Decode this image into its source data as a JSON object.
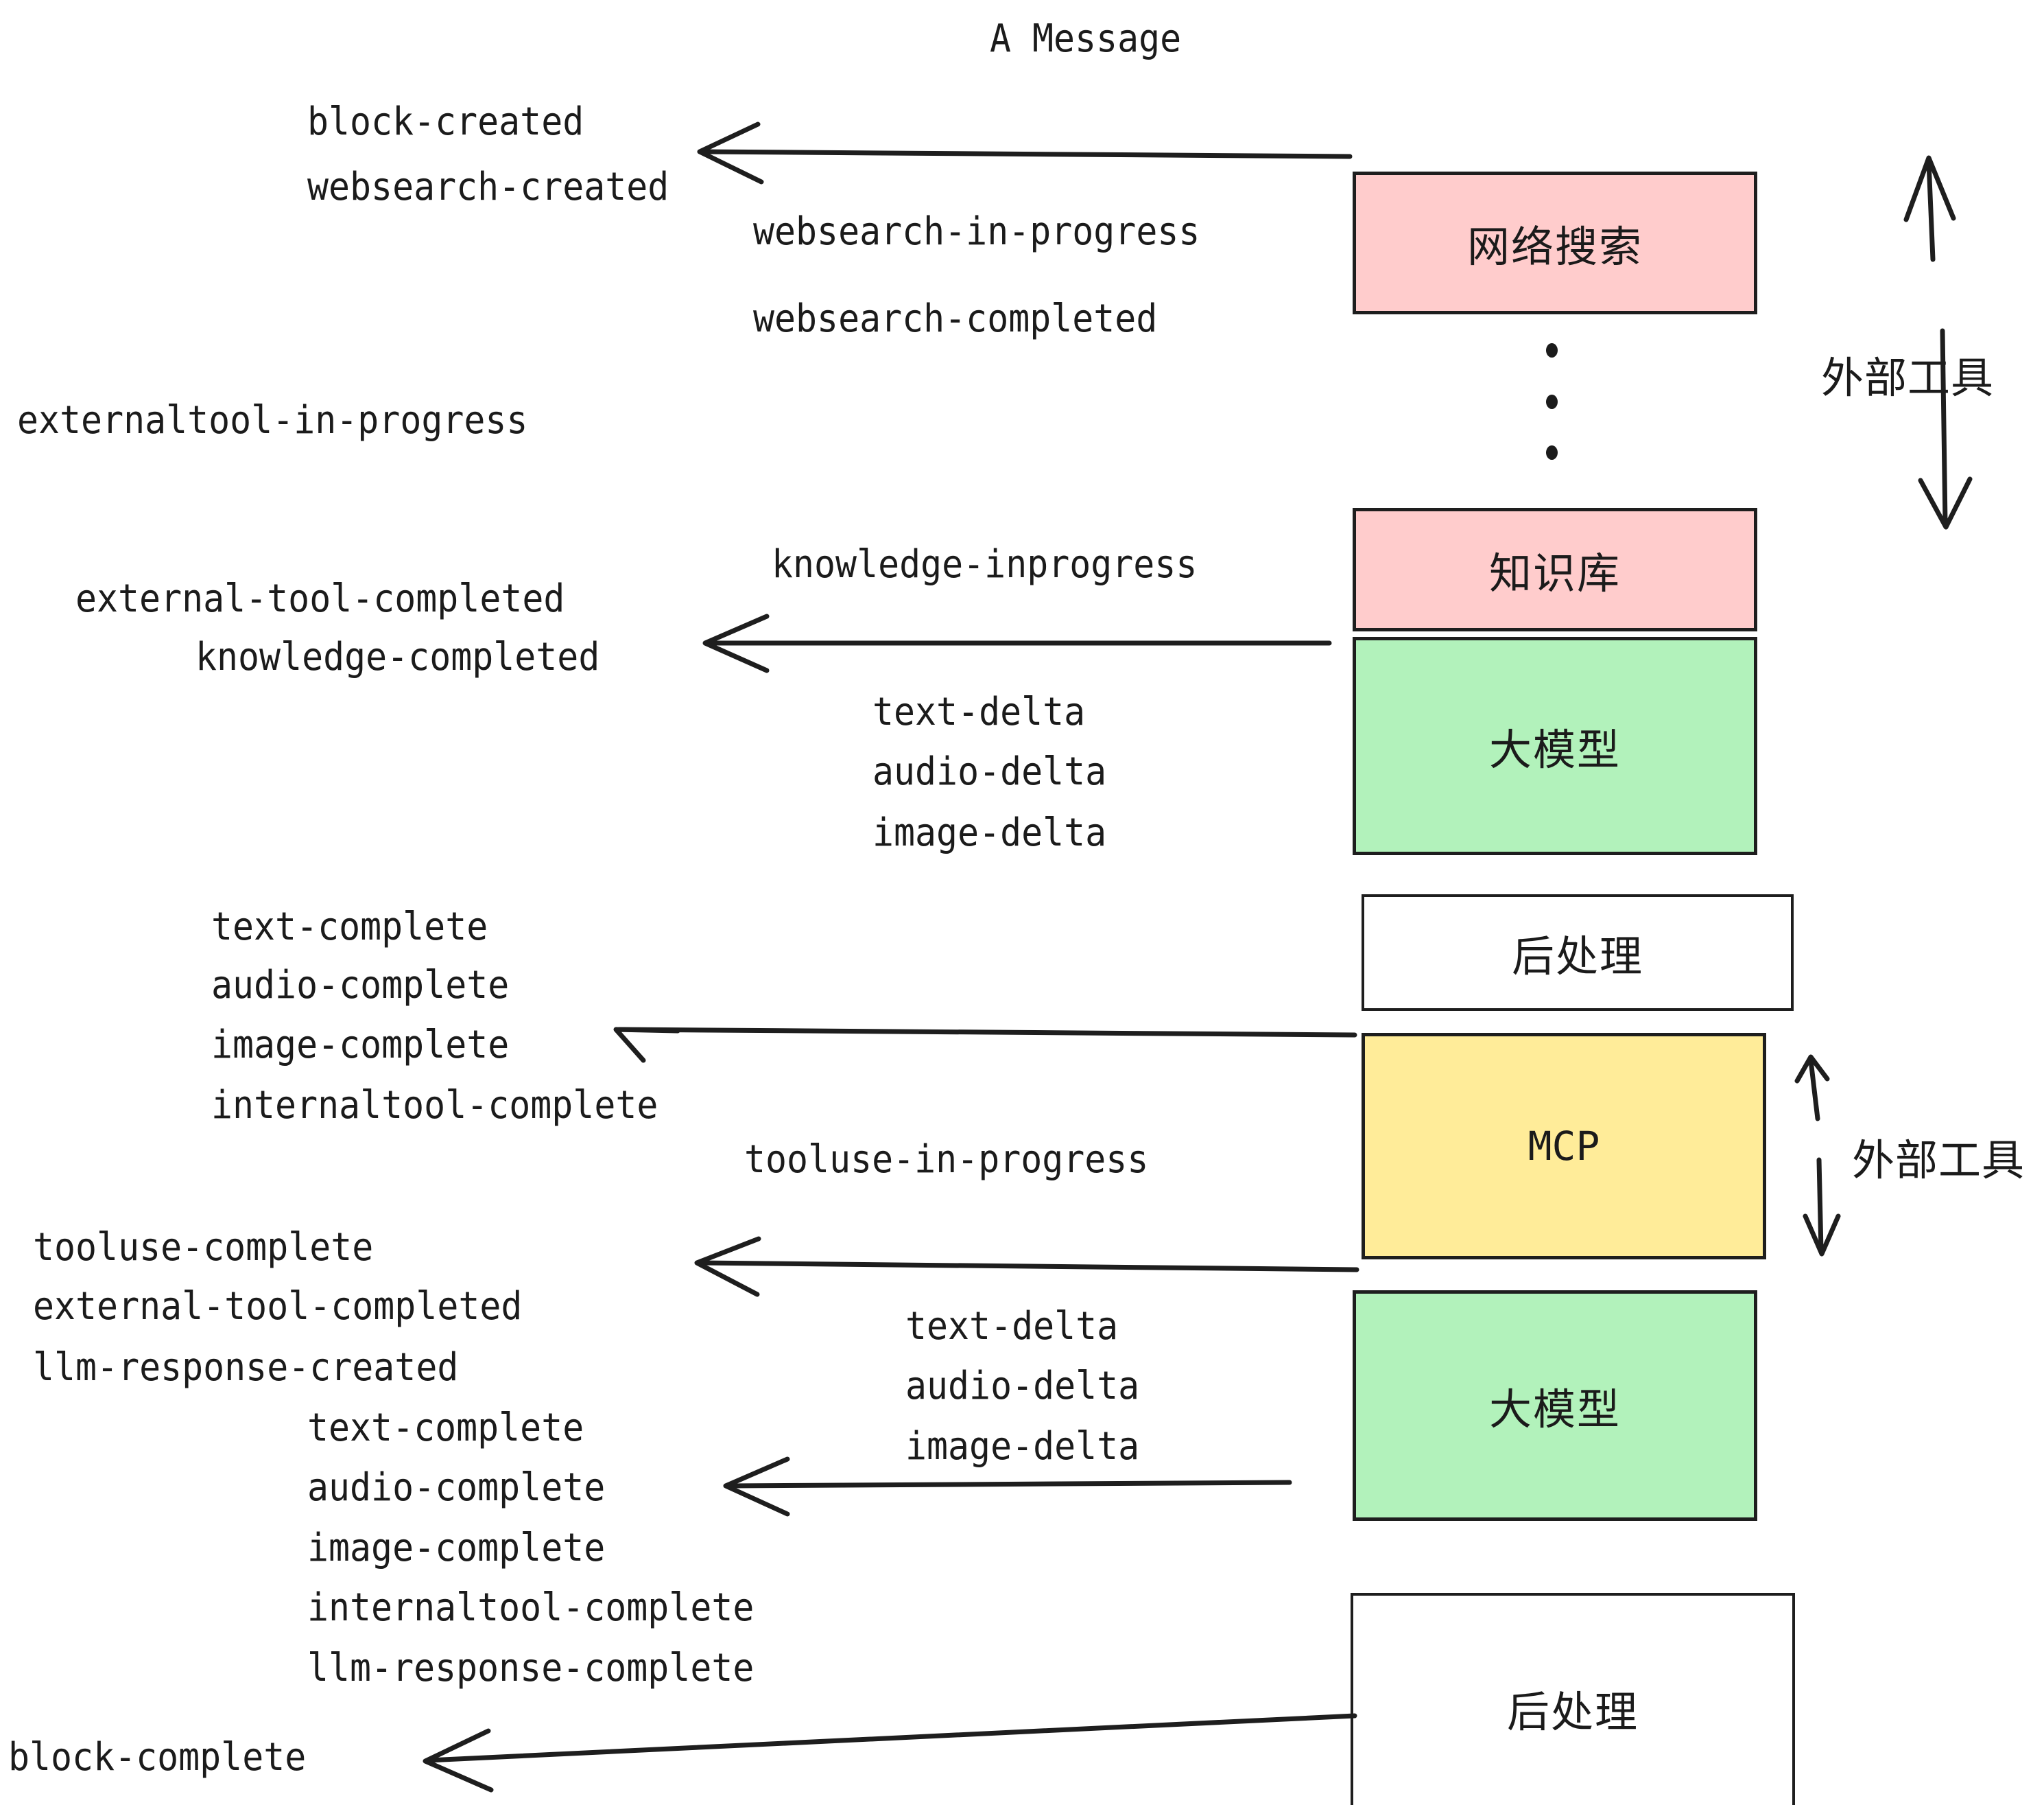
{
  "diagram": {
    "title": "A Message",
    "background": "#ffffff",
    "stroke": "#1e1e1e",
    "colors": {
      "pink": "#ffcccc",
      "green": "#b2f2bb",
      "yellow": "#ffec99",
      "white": "#ffffff",
      "ink": "#1b1b1b"
    }
  },
  "nodes": [
    {
      "id": "websearch",
      "label": "网络搜索",
      "color": "#ffcccc"
    },
    {
      "id": "knowledge",
      "label": "知识库",
      "color": "#ffcccc"
    },
    {
      "id": "llm-1",
      "label": "大模型",
      "color": "#b2f2bb"
    },
    {
      "id": "postprocess-1",
      "label": "后处理",
      "color": "#ffffff"
    },
    {
      "id": "mcp",
      "label": "MCP",
      "color": "#ffec99"
    },
    {
      "id": "llm-2",
      "label": "大模型",
      "color": "#b2f2bb"
    },
    {
      "id": "postprocess-2",
      "label": "后处理",
      "color": "#ffffff"
    }
  ],
  "group_labels": [
    {
      "id": "external-tools-top",
      "label": "外部工具"
    },
    {
      "id": "external-tools-bottom",
      "label": "外部工具"
    }
  ],
  "events": {
    "block_created": "block-created",
    "websearch_created": "websearch-created",
    "websearch_in_progress": "websearch-in-progress",
    "websearch_completed": "websearch-completed",
    "externaltool_in_progress": "externaltool-in-progress",
    "knowledge_inprogress": "knowledge-inprogress",
    "external_tool_completed_1": "external-tool-completed",
    "knowledge_completed": "knowledge-completed",
    "text_delta_1": "text-delta",
    "audio_delta_1": "audio-delta",
    "image_delta_1": "image-delta",
    "text_complete_1": "text-complete",
    "audio_complete_1": "audio-complete",
    "image_complete_1": "image-complete",
    "internaltool_complete_1": "internaltool-complete",
    "tooluse_in_progress": "tooluse-in-progress",
    "tooluse_complete": "tooluse-complete",
    "external_tool_completed_2": "external-tool-completed",
    "llm_response_created": "llm-response-created",
    "text_delta_2": "text-delta",
    "audio_delta_2": "audio-delta",
    "image_delta_2": "image-delta",
    "text_complete_2": "text-complete",
    "audio_complete_2": "audio-complete",
    "image_complete_2": "image-complete",
    "internaltool_complete_2": "internaltool-complete",
    "llm_response_complete": "llm-response-complete",
    "block_complete": "block-complete"
  }
}
